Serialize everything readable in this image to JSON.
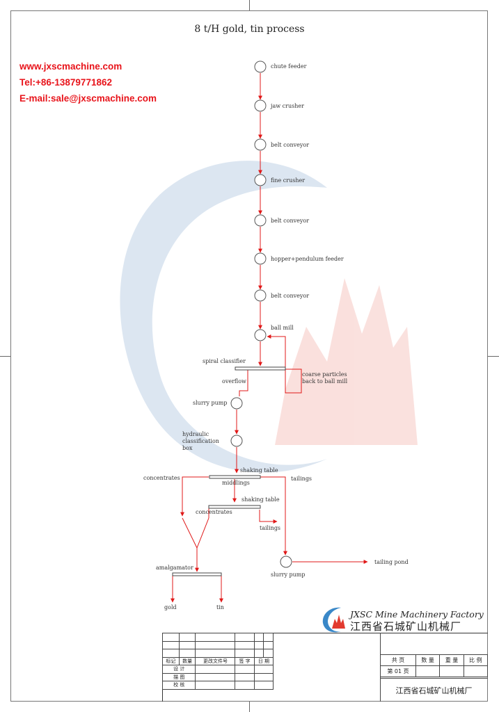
{
  "title": "8 t/H gold, tin process",
  "contact": {
    "website": "www.jxscmachine.com",
    "tel": "Tel:+86-13879771862",
    "email": "E-mail:sale@jxscmachine.com"
  },
  "steps": {
    "chute_feeder": "chute feeder",
    "jaw_crusher": "jaw crusher",
    "belt_conveyor_1": "belt conveyor",
    "fine_crusher": "fine crusher",
    "belt_conveyor_2": "belt conveyor",
    "hopper_feeder": "hopper+pendulum feeder",
    "belt_conveyor_3": "belt conveyor",
    "ball_mill": "ball mill",
    "spiral_classifier": "spiral classifier",
    "coarse_1": "coarse particles",
    "coarse_2": "back to ball mill",
    "overflow": "overflow",
    "slurry_pump_1": "slurry pump",
    "hydraulic_1": "hydraulic",
    "hydraulic_2": "classification",
    "hydraulic_3": "box",
    "shaking_table_1": "shaking table",
    "concentrates_1": "concentrates",
    "middlings": "middlings",
    "tailings_1": "tailings",
    "shaking_table_2": "shaking table",
    "concentrates_2": "concentrates",
    "tailings_2": "tailings",
    "slurry_pump_2": "slurry pump",
    "tailing_pond": "tailing pond",
    "amalgamator": "amalgamator",
    "gold": "gold",
    "tin": "tin"
  },
  "factory": {
    "name_en": "JXSC Mine Machinery Factory",
    "name_cn": "江西省石城矿山机械厂"
  },
  "title_block": {
    "header": [
      "标记",
      "数量",
      "更改文件号",
      "签  字",
      "日  期"
    ],
    "rows": [
      "设  计",
      "描  图",
      "校  核"
    ],
    "total_pages": "共      页",
    "quantity": "数 量",
    "weight": "重 量",
    "scale": "比 例",
    "page_no": "第  01 页",
    "factory_cn": "江西省石城矿山机械厂"
  },
  "colors": {
    "flow_line": "#e01818",
    "node_stroke": "#555555",
    "contact_text": "#e8141b"
  }
}
